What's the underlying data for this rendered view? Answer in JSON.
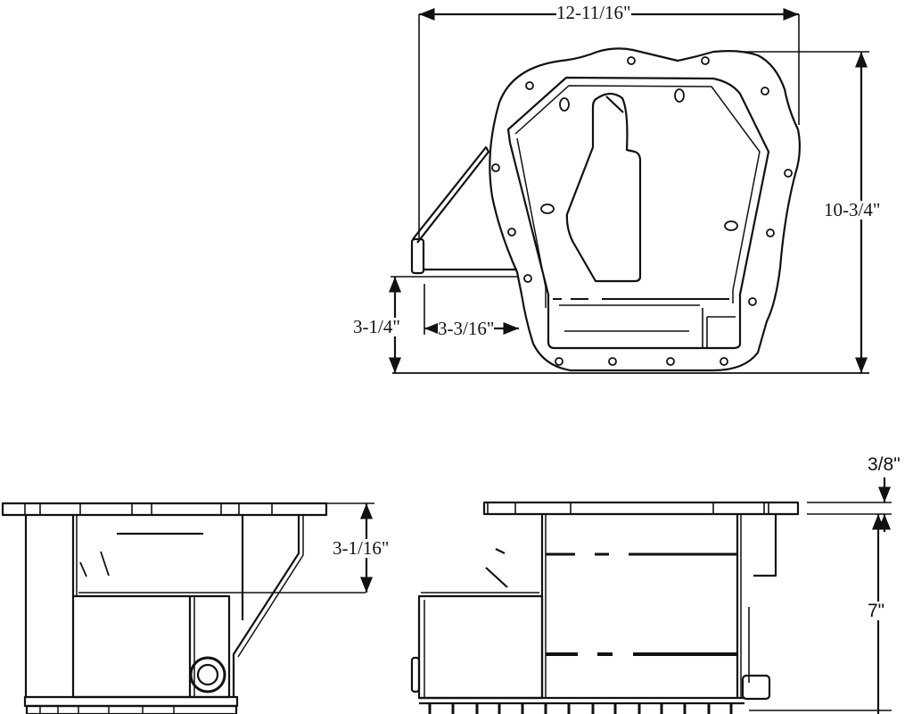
{
  "drawing": {
    "title": "Oil pan technical drawing",
    "views": [
      {
        "name": "top-view"
      },
      {
        "name": "side-view-left"
      },
      {
        "name": "side-view-right"
      }
    ]
  },
  "dimensions": {
    "overall_width": "12-11/16\"",
    "overall_depth": "10-3/4\"",
    "sump_offset_height": "3-1/4\"",
    "sump_offset_width": "3-3/16\"",
    "shallow_depth": "3-1/16\"",
    "flange_thickness": "3/8\"",
    "total_height": "7\""
  },
  "colors": {
    "line": "#111111",
    "background": "#ffffff"
  }
}
